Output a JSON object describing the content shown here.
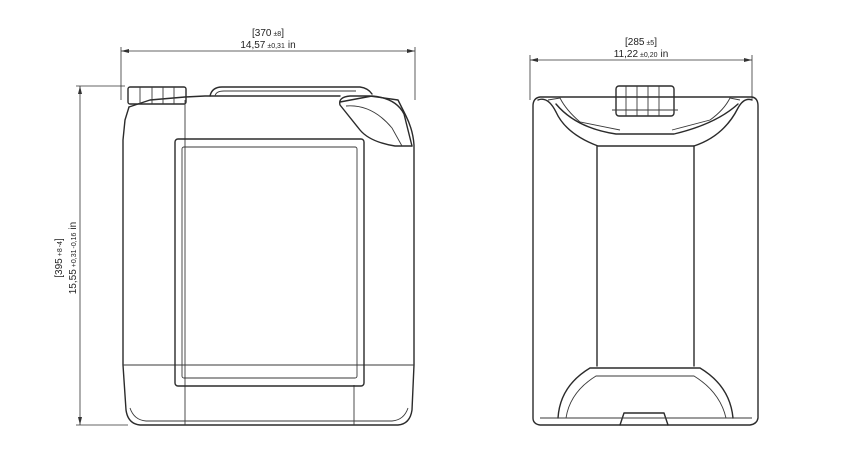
{
  "dimensions": {
    "width": {
      "nominal": "370",
      "tolerance": "±8",
      "inches": "14,57",
      "inch_tolerance": "±0,31",
      "unit": "in"
    },
    "height": {
      "nominal": "395",
      "tolerance_upper": "+8",
      "tolerance_lower": "-4",
      "inches": "15,55",
      "inch_tolerance_upper": "+0,31",
      "inch_tolerance_lower": "-0,16",
      "unit": "in"
    },
    "depth": {
      "nominal": "285",
      "tolerance": "±5",
      "inches": "11,22",
      "inch_tolerance": "±0,20",
      "unit": "in"
    }
  },
  "colors": {
    "line": "#2b2b2b",
    "background": "#ffffff"
  }
}
